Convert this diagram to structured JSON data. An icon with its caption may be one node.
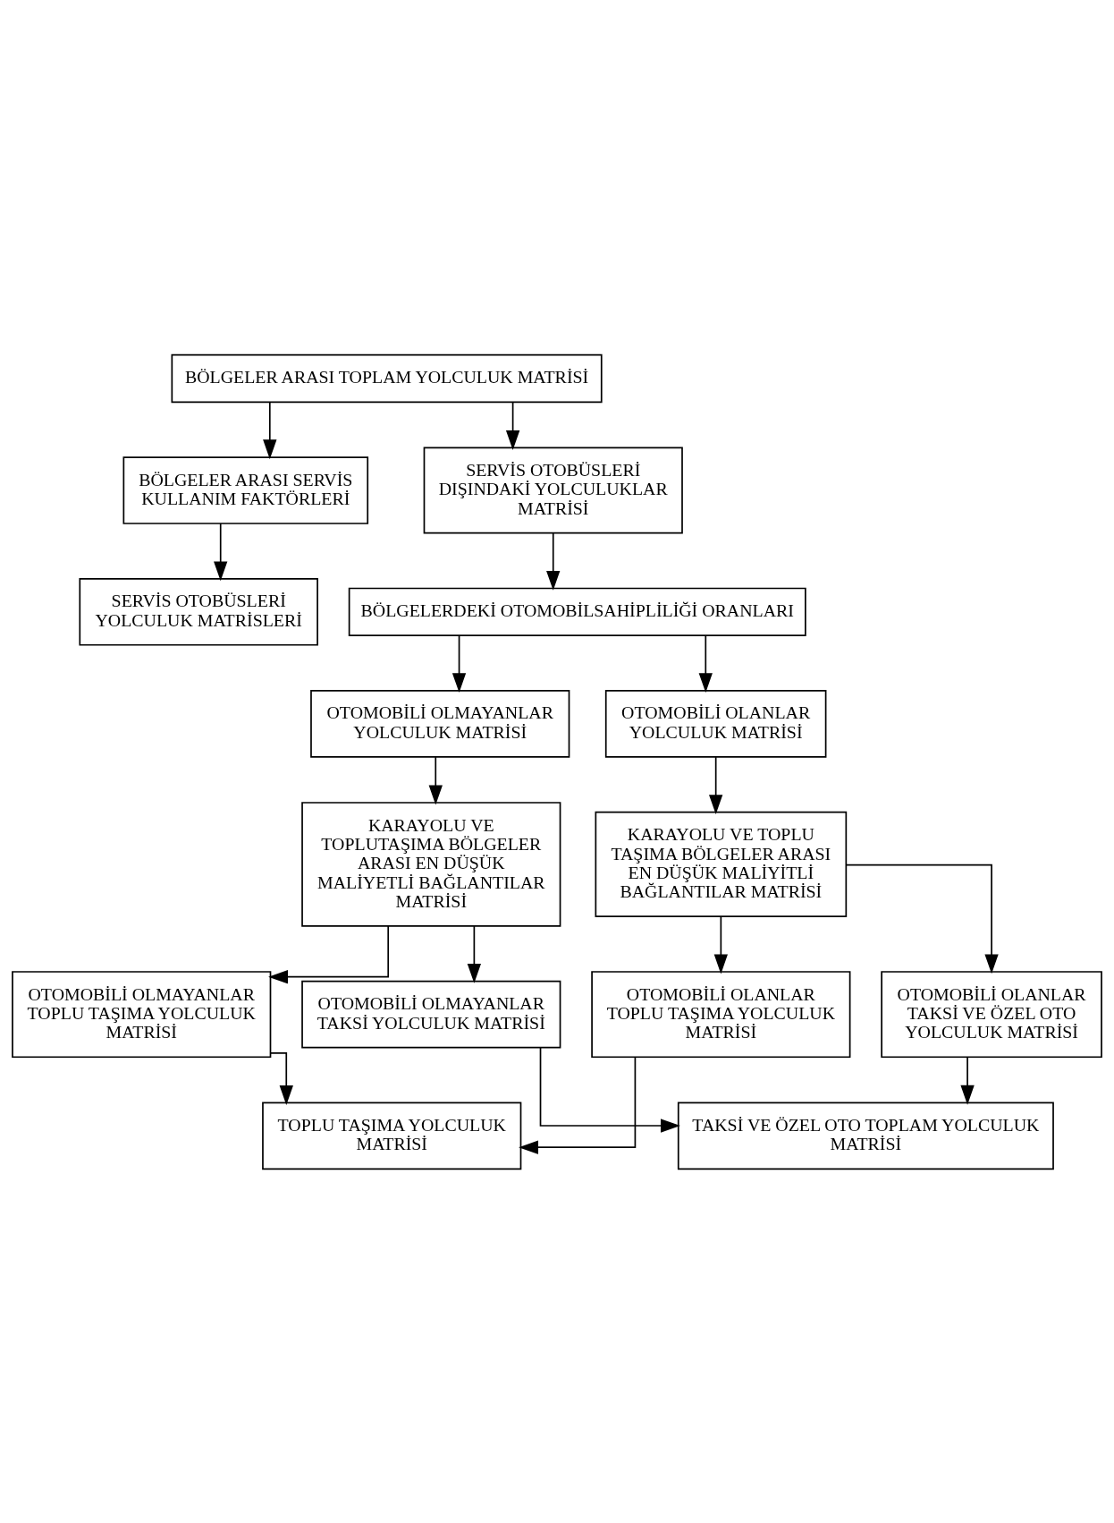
{
  "diagram": {
    "nodes": [
      {
        "text": [
          "BÖLGELER ARASI TOPLAM YOLCULUK MATRİSİ"
        ]
      },
      {
        "text": [
          "BÖLGELER ARASI SERVİS KULLANIM FAKTÖRLERİ"
        ]
      },
      {
        "text": [
          "SERVİS OTOBÜSLERİ DIŞINDAKİ YOLCULUKLAR MATRİSİ"
        ]
      },
      {
        "text": [
          "SERVİS OTOBÜSLERİ YOLCULUK MATRİSLERİ"
        ]
      },
      {
        "text": [
          "BÖLGELERDEKİ OTOMOBİLSAHİPLİLİĞİ ORANLARI"
        ]
      },
      {
        "text": [
          "OTOMOBİLİ OLMAYANLAR YOLCULUK MATRİSİ"
        ]
      },
      {
        "text": [
          "OTOMOBİLİ OLANLAR YOLCULUK MATRİSİ"
        ]
      },
      {
        "text": [
          "KARAYOLU VE TOPLUTAŞIMA BÖLGELER ARASI EN DÜŞÜK MALİYETLİ BAĞLANTILAR MATRİSİ"
        ]
      },
      {
        "text": [
          "KARAYOLU VE TOPLU TAŞIMA BÖLGELER ARASI EN DÜŞÜK MALİYİTLİ BAĞLANTILAR MATRİSİ"
        ]
      },
      {
        "text": [
          "OTOMOBİLİ OLMAYANLAR TOPLU TAŞIMA YOLCULUK MATRİSİ"
        ]
      },
      {
        "text": [
          "OTOMOBİLİ OLMAYANLAR TAKSİ YOLCULUK MATRİSİ"
        ]
      },
      {
        "text": [
          "OTOMOBİLİ OLANLAR TOPLU TAŞIMA YOLCULUK MATRİSİ"
        ]
      },
      {
        "text": [
          "OTOMOBİLİ OLANLAR TAKSİ VE ÖZEL OTO YOLCULUK MATRİSİ"
        ]
      },
      {
        "text": [
          "TOPLU TAŞIMA YOLCULUK MATRİSİ"
        ]
      },
      {
        "text": [
          "TAKSİ VE ÖZEL OTO TOPLAM YOLCULUK MATRİSİ"
        ]
      }
    ],
    "edges": [
      {
        "from": 0,
        "to": 1,
        "arrow": "to"
      },
      {
        "from": 0,
        "to": 2,
        "arrow": "to"
      },
      {
        "from": 1,
        "to": 3,
        "arrow": "to"
      },
      {
        "from": 2,
        "to": 4,
        "arrow": "to"
      },
      {
        "from": 4,
        "to": 5,
        "arrow": "to"
      },
      {
        "from": 4,
        "to": 6,
        "arrow": "to"
      },
      {
        "from": 5,
        "to": 7,
        "arrow": "to"
      },
      {
        "from": 6,
        "to": 8,
        "arrow": "to"
      },
      {
        "from": 7,
        "to": 9,
        "arrow": "to"
      },
      {
        "from": 7,
        "to": 10,
        "arrow": "to"
      },
      {
        "from": 8,
        "to": 11,
        "arrow": "to"
      },
      {
        "from": 8,
        "to": 12,
        "arrow": "to"
      },
      {
        "from": 9,
        "to": 13,
        "arrow": "to"
      },
      {
        "from": 11,
        "to": 13,
        "arrow": "to"
      },
      {
        "from": 10,
        "to": 14,
        "arrow": "to"
      },
      {
        "from": 12,
        "to": 14,
        "arrow": "to"
      }
    ]
  }
}
